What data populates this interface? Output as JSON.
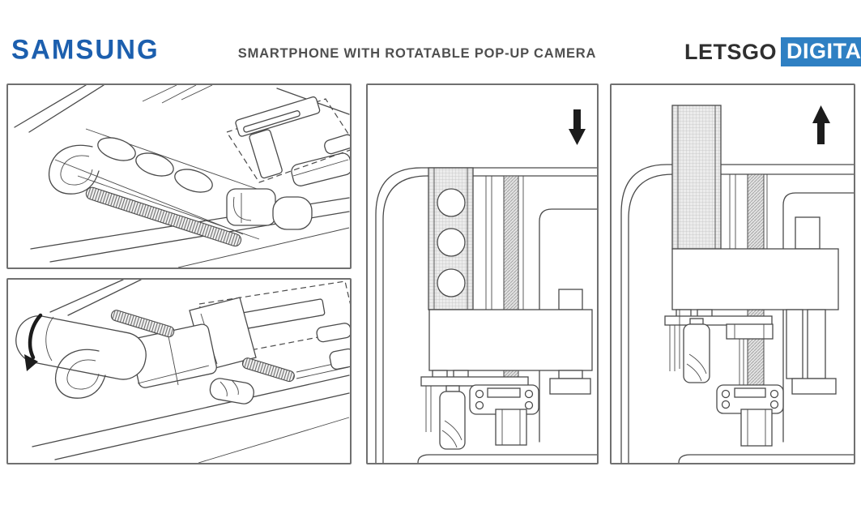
{
  "page": {
    "background": "#ffffff"
  },
  "header": {
    "brand": {
      "text": "SAMSUNG",
      "color": "#1c5fae"
    },
    "title": {
      "text": "SMARTPHONE WITH ROTATABLE POP-UP CAMERA",
      "color": "#4f4f4f"
    },
    "logo": {
      "part1": "LETSGO",
      "part1_color": "#2f2f2f",
      "part2": "DIGITAL",
      "part2_color": "#ffffff",
      "part2_bg": "#2f80c3"
    }
  },
  "figures": [
    {
      "name": "perspective-camera-retracted",
      "view": "perspective patent drawing",
      "elements": [
        "phone-housing",
        "coil-spring",
        "guide-holes",
        "camera-bracket",
        "dashed-install-outline",
        "camera-module",
        "drive-block"
      ]
    },
    {
      "name": "perspective-camera-rotated",
      "view": "perspective patent drawing",
      "annotation": "rotation-arrow",
      "elements": [
        "pop-up-camera-cylinder",
        "rotation-arrow",
        "corner-hook",
        "coil-spring-left",
        "coil-spring-right",
        "upright-bracket",
        "bracket-arm",
        "dashed-install-outline",
        "worm-gear"
      ]
    },
    {
      "name": "front-camera-retracted",
      "view": "front patent drawing",
      "annotation": "down-arrow",
      "arrow_glyph": "↓",
      "lens_circles": 3,
      "elements": [
        "phone-frame",
        "camera-strip-with-lenses",
        "lead-screw",
        "guide-rails",
        "carriage-block",
        "worm-gear",
        "mounting-plate",
        "drive-motor",
        "support-foot"
      ]
    },
    {
      "name": "front-camera-extended",
      "view": "front patent drawing",
      "annotation": "up-arrow",
      "arrow_glyph": "↑",
      "elements": [
        "phone-frame",
        "camera-strip-extended",
        "lead-screw",
        "screw-nut",
        "guide-rails",
        "carriage-block",
        "worm-gear",
        "mounting-plate",
        "drive-motor",
        "support-foot"
      ]
    }
  ],
  "drawing_style": {
    "line_color": "#4a4a4a",
    "arrow_color": "#1c1c1c",
    "panel_border": "#707070",
    "strip_hatch_bg": "#ececec",
    "screw_hatch_bg": "#e2e2e2"
  }
}
